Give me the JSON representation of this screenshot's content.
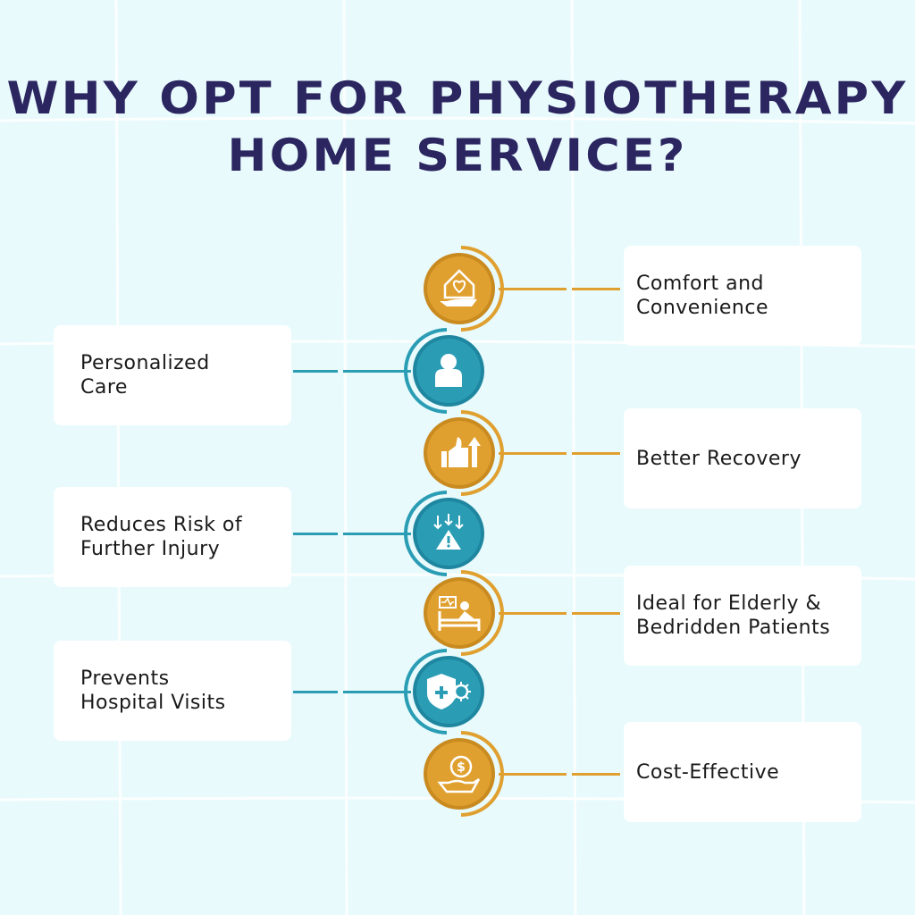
{
  "title": {
    "line1": "Why Opt for Physiotherapy",
    "line2": "Home Service?"
  },
  "colors": {
    "gold": "#e0a030",
    "teal": "#2a9db5",
    "title": "#2b2560",
    "background": "#e8fafc"
  },
  "items": [
    {
      "label": "Comfort and Convenience",
      "icon": "home-heart-hand-icon",
      "side": "right",
      "color": "gold"
    },
    {
      "label": "Personalized Care",
      "icon": "person-icon",
      "side": "left",
      "color": "teal"
    },
    {
      "label": "Better Recovery",
      "icon": "thumbs-up-arrow-icon",
      "side": "right",
      "color": "gold"
    },
    {
      "label": "Reduces Risk of Further Injury",
      "icon": "warning-arrows-icon",
      "side": "left",
      "color": "teal"
    },
    {
      "label": "Ideal for Elderly & Bedridden Patients",
      "icon": "patient-bed-icon",
      "side": "right",
      "color": "gold"
    },
    {
      "label": "Prevents Hospital Visits",
      "icon": "shield-virus-icon",
      "side": "left",
      "color": "teal"
    },
    {
      "label": "Cost-Effective",
      "icon": "dollar-hand-icon",
      "side": "right",
      "color": "gold"
    }
  ]
}
